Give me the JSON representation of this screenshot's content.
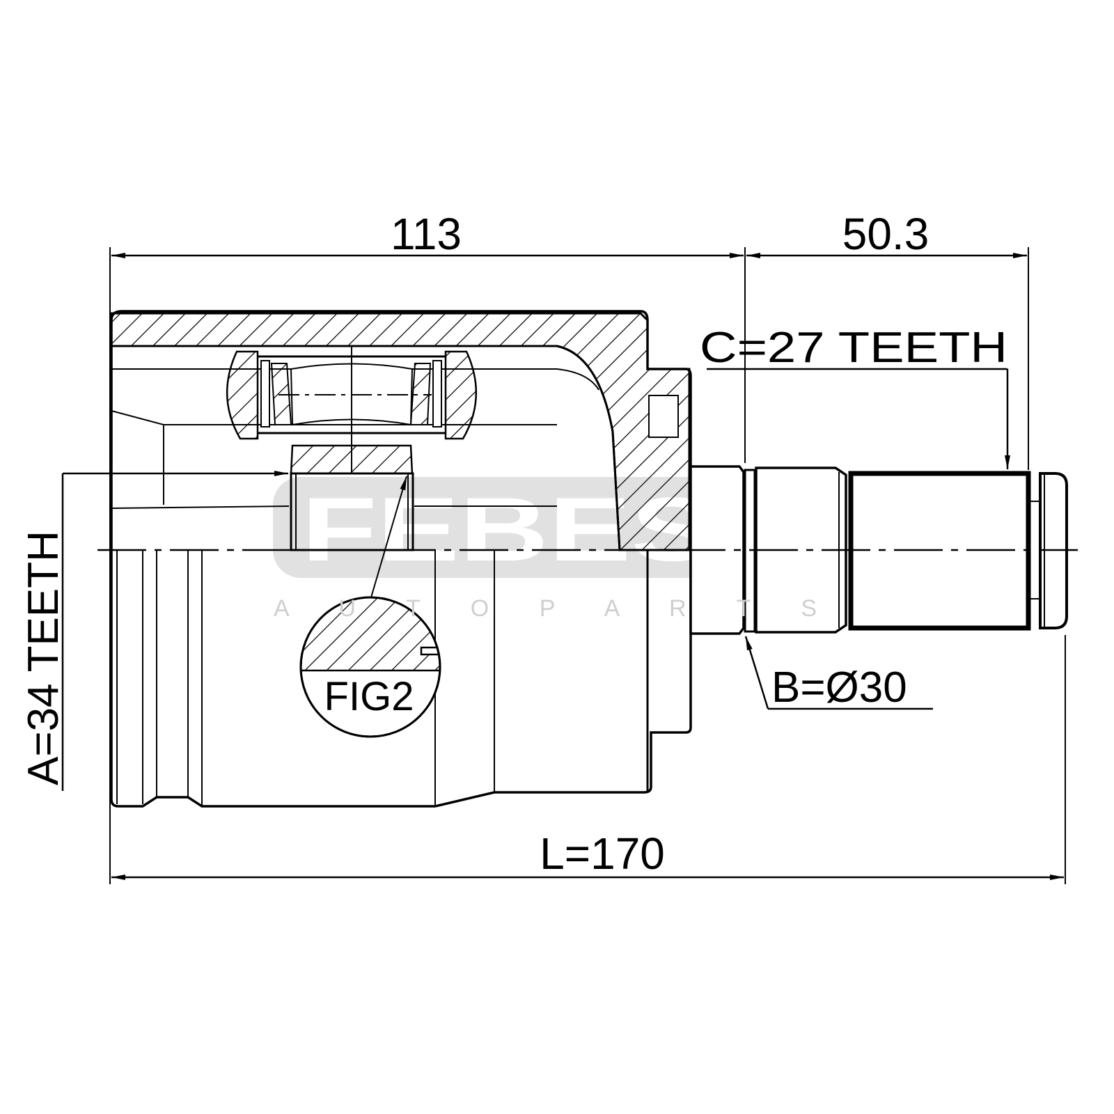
{
  "drawing": {
    "dimensions": {
      "housing_length": "113",
      "shaft_length": "50.3",
      "total_length": "L=170"
    },
    "callouts": {
      "outer_spline": "C=27 TEETH",
      "inner_spline": "A=34 TEETH",
      "seal_diameter": "B=Ø30",
      "detail": "FIG2"
    },
    "watermark": {
      "brand": "FEBEST",
      "tagline": "A U T O   P A R T S"
    },
    "colors": {
      "line": "#000000",
      "watermark": "#e1e1e1"
    }
  }
}
